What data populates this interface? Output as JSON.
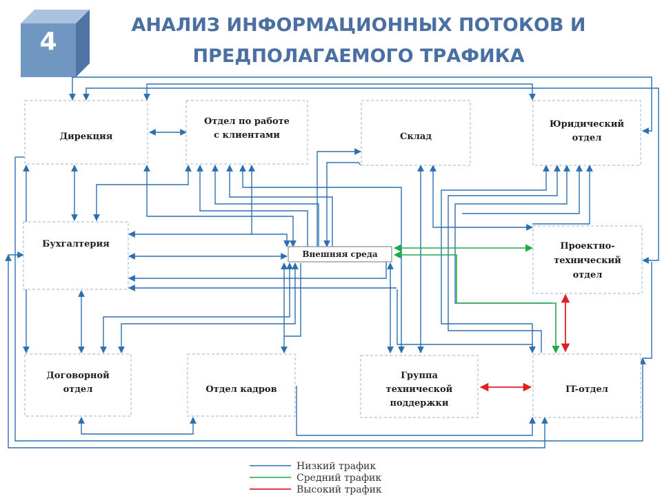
{
  "header": {
    "number": "4",
    "title_line1": "АНАЛИЗ ИНФОРМАЦИОННЫХ ПОТОКОВ И",
    "title_line2": "ПРЕДПОЛАГАЕМОГО ТРАФИКА"
  },
  "nodes": {
    "direction": [
      "Дирекция"
    ],
    "client_dept": [
      "Отдел по работе",
      "с клиентами"
    ],
    "warehouse": [
      "Склад"
    ],
    "legal": [
      "Юридический",
      "отдел"
    ],
    "accounting": [
      "Бухгалтерия"
    ],
    "external": [
      "Внешняя среда"
    ],
    "design": [
      "Проектно-",
      "технический",
      "отдел"
    ],
    "contract": [
      "Договорной",
      "отдел"
    ],
    "hr": [
      "Отдел кадров"
    ],
    "support": [
      "Группа",
      "технической",
      "поддержки"
    ],
    "it": [
      "IT-отдел"
    ]
  },
  "legend": {
    "low": "Низкий трафик",
    "medium": "Средний трафик",
    "high": "Высокий трафик"
  },
  "colors": {
    "title": "#4a6fa3",
    "badge_front": "#6f97c2",
    "badge_top": "#a9c3de",
    "badge_side": "#4e75a3",
    "low": "#2c6fb0",
    "medium": "#1faa4a",
    "high": "#e02020",
    "node_border": "#9ab4d4"
  }
}
